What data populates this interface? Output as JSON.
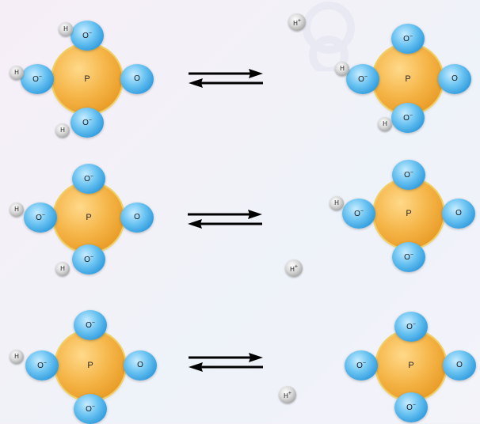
{
  "labels": {
    "p": "P",
    "o": "O",
    "o_minus": "O",
    "h": "H",
    "minus": "−",
    "plus": "+"
  },
  "molecules": [
    {
      "name": "row1-left-phosphoric-acid",
      "bonds": {
        "top": "OH",
        "left": "OH",
        "right": "O",
        "bottom": "OH"
      }
    },
    {
      "name": "row1-right-dihydrogen-phosphate",
      "bonds": {
        "top": "O-",
        "left": "OH",
        "right": "O",
        "bottom": "OH"
      }
    },
    {
      "name": "row2-left-dihydrogen-phosphate",
      "bonds": {
        "top": "O-",
        "left": "OH",
        "right": "O",
        "bottom": "OH"
      }
    },
    {
      "name": "row2-right-hydrogen-phosphate",
      "bonds": {
        "top": "O-",
        "left": "OH",
        "right": "O",
        "bottom": "O-"
      }
    },
    {
      "name": "row3-left-hydrogen-phosphate",
      "bonds": {
        "top": "O-",
        "left": "OH",
        "right": "O",
        "bottom": "O-"
      }
    },
    {
      "name": "row3-right-phosphate",
      "bonds": {
        "top": "O-",
        "left": "O-",
        "right": "O",
        "bottom": "O-"
      }
    }
  ],
  "free_protons": 3,
  "colors": {
    "phosphorus": "#f5b548",
    "oxygen": "#2a98dc",
    "hydrogen": "#c8c8c8",
    "arrow": "#000000"
  }
}
